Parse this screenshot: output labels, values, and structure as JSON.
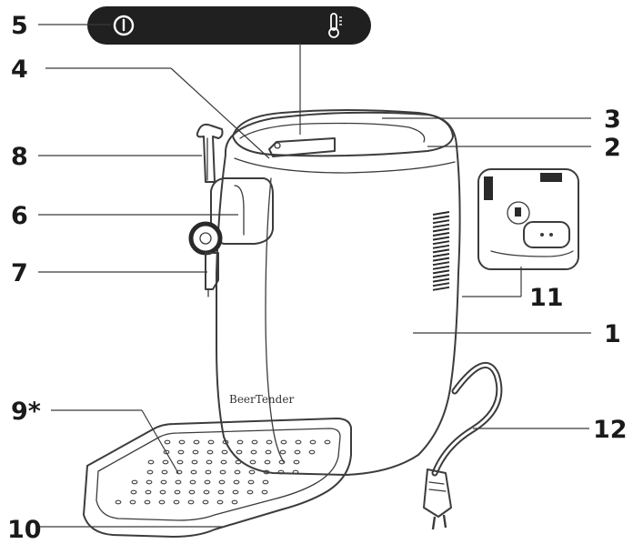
{
  "diagram": {
    "brand_text": "BeerTender",
    "callouts": [
      {
        "id": "5",
        "label": "5"
      },
      {
        "id": "4",
        "label": "4"
      },
      {
        "id": "3",
        "label": "3"
      },
      {
        "id": "8",
        "label": "8"
      },
      {
        "id": "2",
        "label": "2"
      },
      {
        "id": "6",
        "label": "6"
      },
      {
        "id": "7",
        "label": "7"
      },
      {
        "id": "11",
        "label": "11"
      },
      {
        "id": "1",
        "label": "1"
      },
      {
        "id": "9",
        "label": "9*"
      },
      {
        "id": "12",
        "label": "12"
      },
      {
        "id": "10",
        "label": "10"
      }
    ],
    "panel_icons": [
      "power-icon",
      "thermometer-icon"
    ],
    "colors": {
      "panel": "#202020",
      "line": "#3c3c3c",
      "background": "#ffffff"
    }
  }
}
